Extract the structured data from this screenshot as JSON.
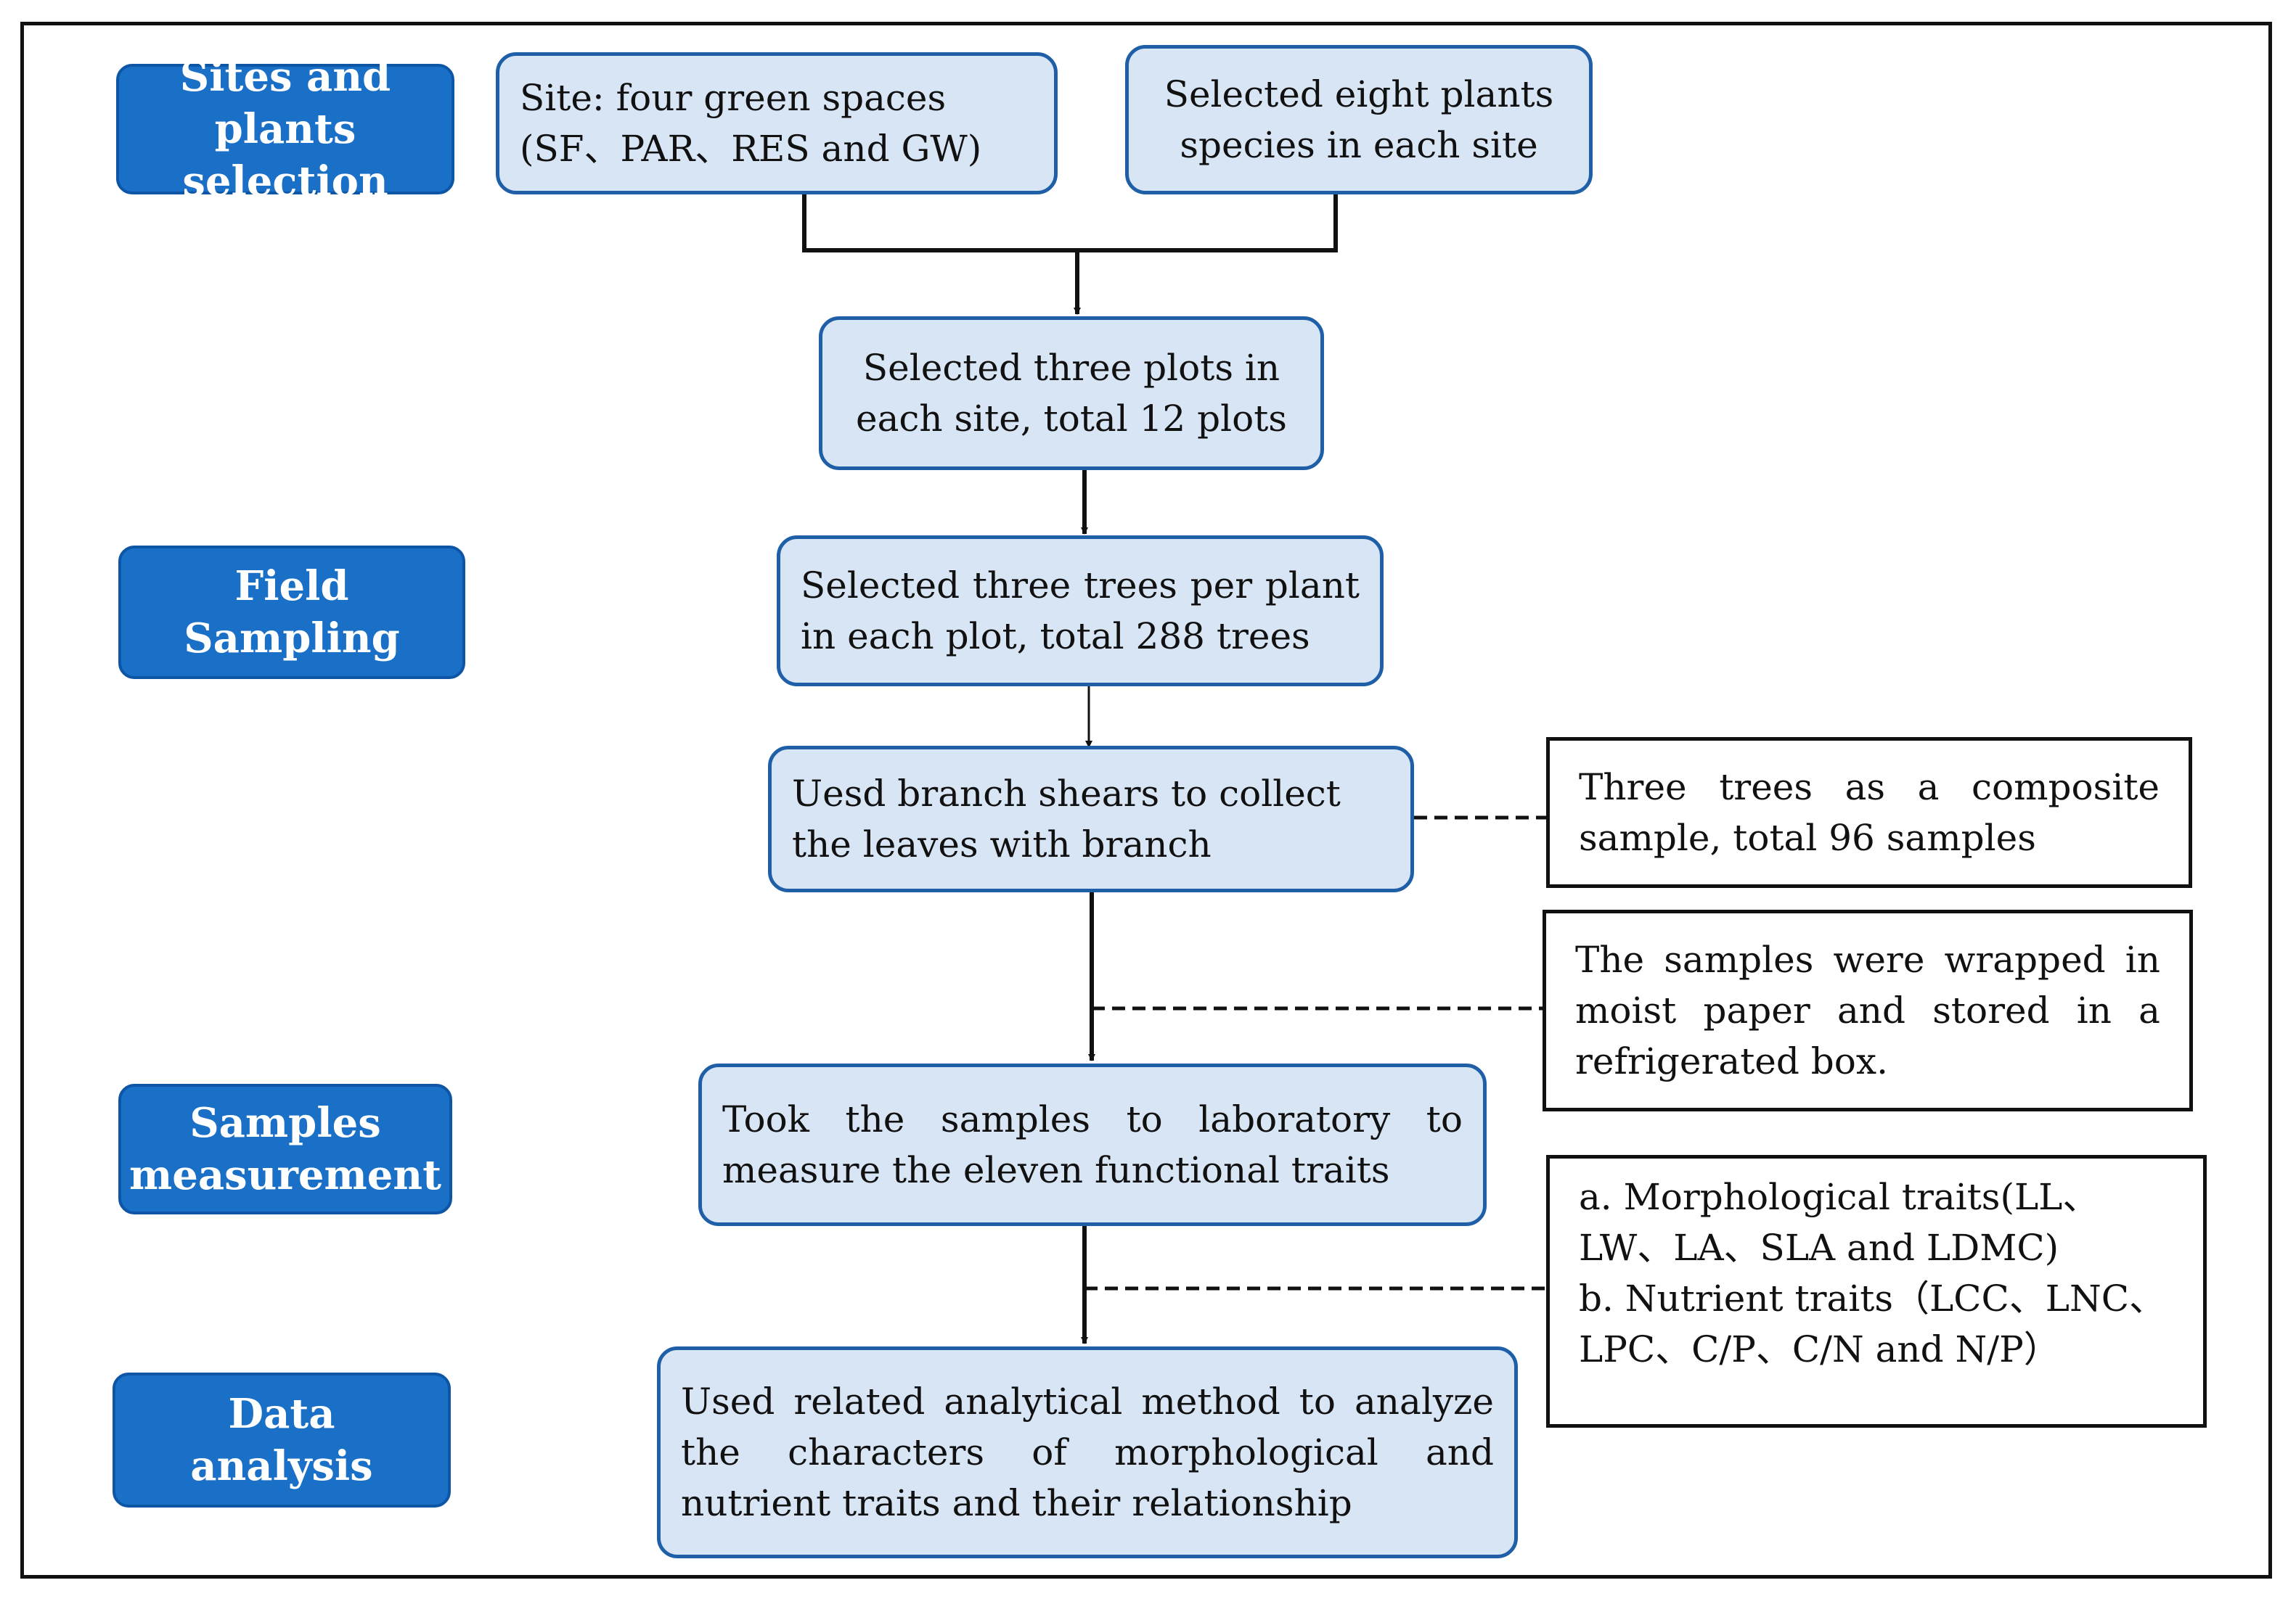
{
  "stages": {
    "sites": [
      "Sites and plants",
      "selection"
    ],
    "field": [
      "Field",
      "Sampling"
    ],
    "samples": [
      "Samples",
      "measurement"
    ],
    "data": [
      "Data",
      "analysis"
    ]
  },
  "steps": {
    "site": "Site: four green spaces (SF、PAR、RES and GW)",
    "species": "Selected eight plants species in each site",
    "plots": "Selected three plots in each site, total 12 plots",
    "trees": "Selected three trees per plant in each plot, total 288 trees",
    "collect": "Uesd branch shears to collect the leaves with branch",
    "lab": "Took the samples to laboratory to measure the eleven functional traits",
    "analysis": "Used related analytical method to analyze the characters of morphological and nutrient traits and their relationship"
  },
  "notes": {
    "composite": "Three trees as a composite sample, total 96 samples",
    "wrapped": "The samples were wrapped in moist paper and stored in a refrigerated box.",
    "traits": {
      "line1": "a. Morphological traits(LL、",
      "line2": "LW、LA、SLA and LDMC)",
      "line3": "b. Nutrient traits（LCC、LNC、",
      "line4": "LPC、C/P、C/N and N/P）"
    }
  }
}
